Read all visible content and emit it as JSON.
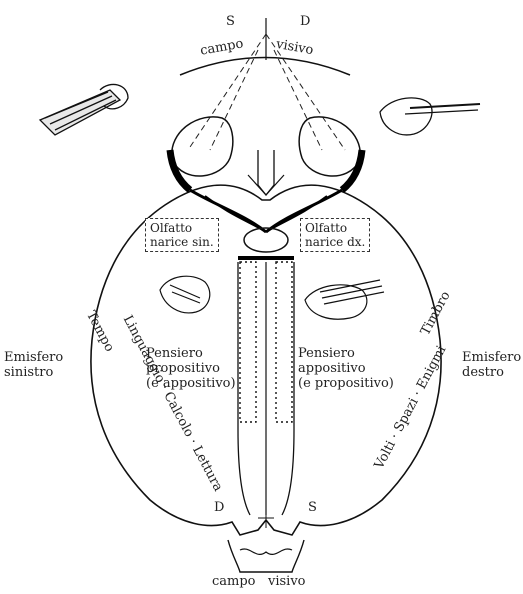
{
  "labels": {
    "top_left": "S",
    "top_right": "D",
    "top_field_left": "campo",
    "top_field_right": "visivo",
    "bottom_left": "D",
    "bottom_right": "S",
    "bottom_field_left": "campo",
    "bottom_field_right": "visivo",
    "hemisphere_left": [
      "Emisfero",
      "sinistro"
    ],
    "hemisphere_right": [
      "Emisfero",
      "destro"
    ],
    "olfaction_left": [
      "Olfatto",
      "narice sin."
    ],
    "olfaction_right": [
      "Olfatto",
      "narice dx."
    ],
    "thought_left": [
      "Pensiero",
      "propositivo",
      "(e appositivo)"
    ],
    "thought_right": [
      "Pensiero",
      "appositivo",
      "(e propositivo)"
    ],
    "left_functions": "Linguaggio · Calcolo · Lettura",
    "left_time": "Tempo",
    "right_functions": "Volti · Spazi · Enigmi",
    "right_timbre": "Timbro"
  }
}
